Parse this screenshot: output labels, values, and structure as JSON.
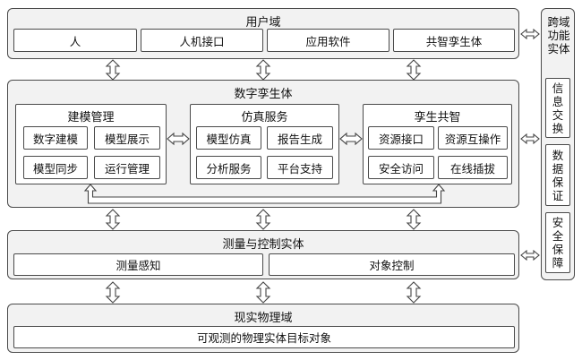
{
  "user_domain": {
    "title": "用户域",
    "items": [
      "人",
      "人机接口",
      "应用软件",
      "共智孪生体"
    ]
  },
  "digital_twin": {
    "title": "数字孪生体",
    "modeling": {
      "title": "建模管理",
      "items": [
        "数字建模",
        "模型展示",
        "模型同步",
        "运行管理"
      ]
    },
    "simulation": {
      "title": "仿真服务",
      "items": [
        "模型仿真",
        "报告生成",
        "分析服务",
        "平台支持"
      ]
    },
    "co_intel": {
      "title": "孪生共智",
      "items": [
        "资源接口",
        "资源互操作",
        "安全访问",
        "在线插拔"
      ]
    }
  },
  "measure_control": {
    "title": "测量与控制实体",
    "items": [
      "测量感知",
      "对象控制"
    ]
  },
  "physical_domain": {
    "title": "现实物理域",
    "item": "可观测的物理实体目标对象"
  },
  "cross_function": {
    "title": "跨域功能实体",
    "items": [
      "信息交换",
      "数据保证",
      "安全保障"
    ]
  }
}
